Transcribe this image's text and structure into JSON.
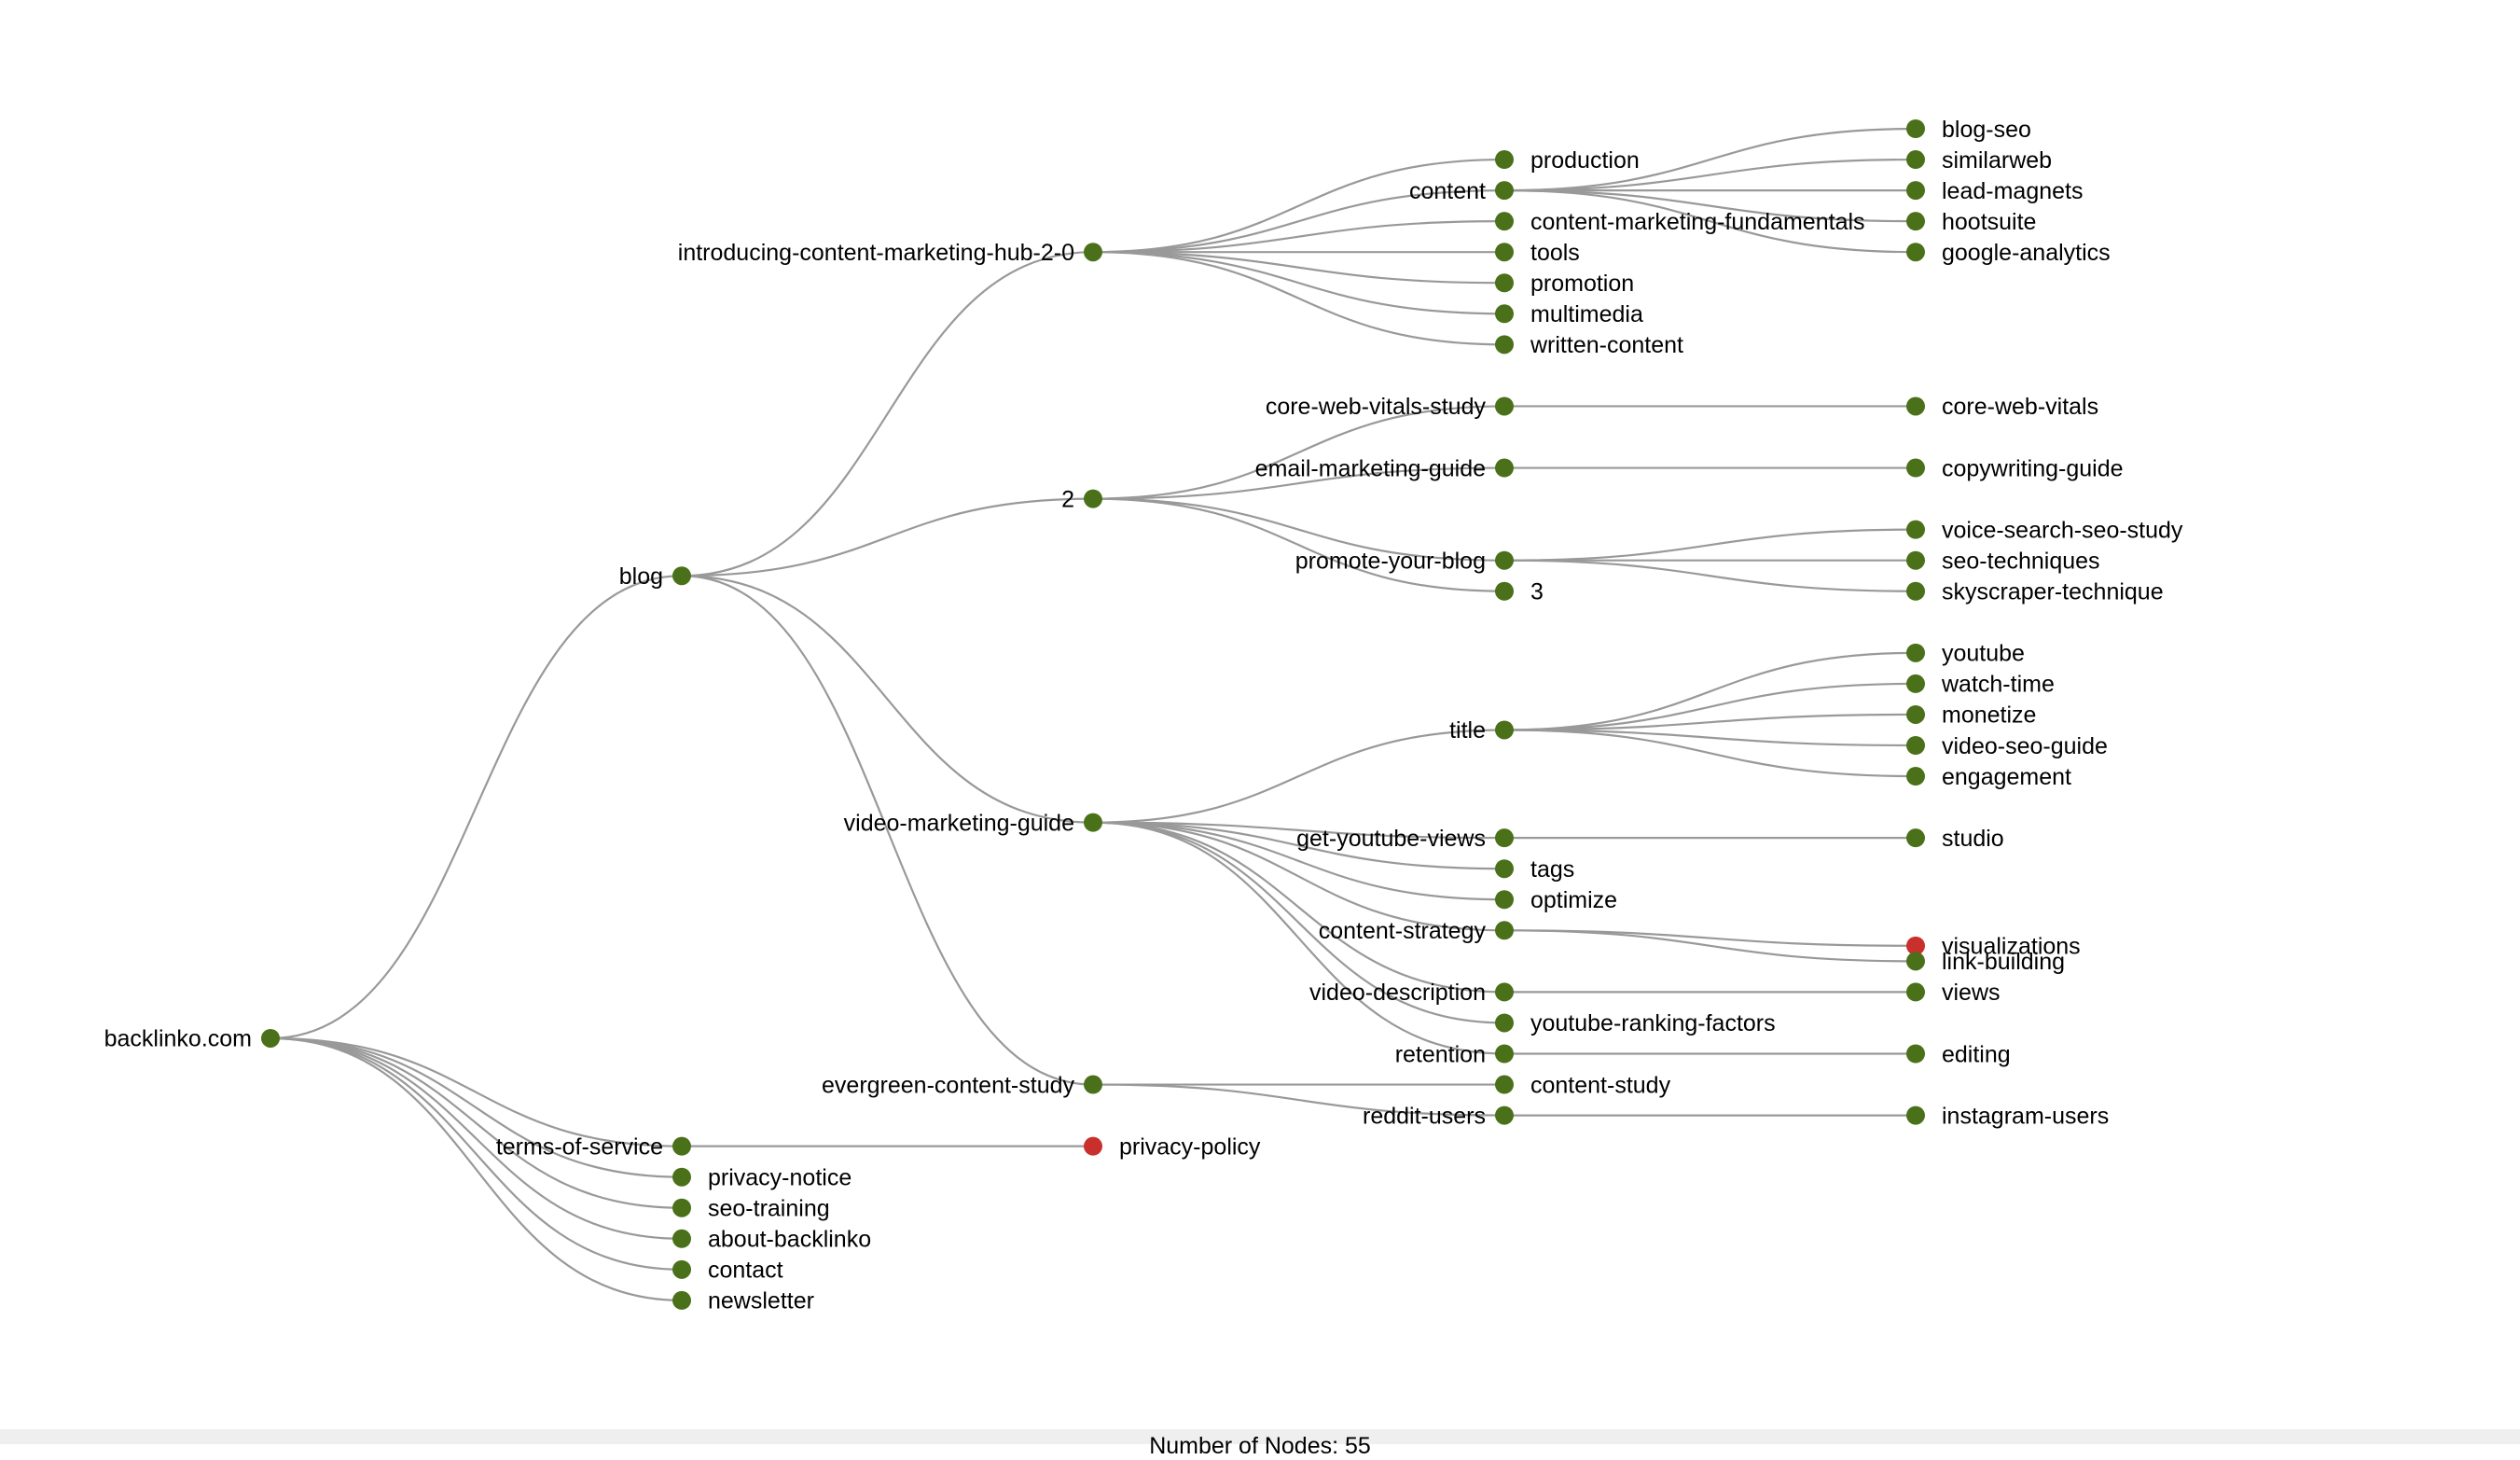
{
  "colors": {
    "node_ok": "#4a7119",
    "node_error": "#c9302c",
    "edge": "#999999"
  },
  "footer": {
    "node_count": "Number of Nodes: 55"
  },
  "tree": {
    "name": "backlinko.com",
    "children": [
      {
        "name": "blog",
        "children": [
          {
            "name": "introducing-content-marketing-hub-2-0",
            "children": [
              {
                "name": "production"
              },
              {
                "name": "content",
                "children": [
                  {
                    "name": "blog-seo"
                  },
                  {
                    "name": "similarweb"
                  },
                  {
                    "name": "lead-magnets"
                  },
                  {
                    "name": "hootsuite"
                  },
                  {
                    "name": "google-analytics"
                  }
                ]
              },
              {
                "name": "content-marketing-fundamentals"
              },
              {
                "name": "tools"
              },
              {
                "name": "promotion"
              },
              {
                "name": "multimedia"
              },
              {
                "name": "written-content"
              }
            ]
          },
          {
            "name": "2",
            "children": [
              {
                "name": "core-web-vitals-study",
                "children": [
                  {
                    "name": "core-web-vitals"
                  }
                ]
              },
              {
                "name": "email-marketing-guide",
                "children": [
                  {
                    "name": "copywriting-guide"
                  }
                ]
              },
              {
                "name": "promote-your-blog",
                "children": [
                  {
                    "name": "voice-search-seo-study"
                  },
                  {
                    "name": "seo-techniques"
                  },
                  {
                    "name": "skyscraper-technique"
                  }
                ]
              },
              {
                "name": "3"
              }
            ]
          },
          {
            "name": "video-marketing-guide",
            "children": [
              {
                "name": "title",
                "children": [
                  {
                    "name": "youtube"
                  },
                  {
                    "name": "watch-time"
                  },
                  {
                    "name": "monetize"
                  },
                  {
                    "name": "video-seo-guide"
                  },
                  {
                    "name": "engagement"
                  }
                ]
              },
              {
                "name": "get-youtube-views",
                "children": [
                  {
                    "name": "studio"
                  }
                ]
              },
              {
                "name": "tags"
              },
              {
                "name": "optimize"
              },
              {
                "name": "content-strategy",
                "children": [
                  {
                    "name": "visualizations",
                    "status": "error"
                  },
                  {
                    "name": "link-building"
                  }
                ]
              },
              {
                "name": "video-description",
                "children": [
                  {
                    "name": "views"
                  }
                ]
              },
              {
                "name": "youtube-ranking-factors"
              },
              {
                "name": "retention",
                "children": [
                  {
                    "name": "editing"
                  }
                ]
              }
            ]
          },
          {
            "name": "evergreen-content-study",
            "children": [
              {
                "name": "content-study"
              },
              {
                "name": "reddit-users",
                "children": [
                  {
                    "name": "instagram-users"
                  }
                ]
              }
            ]
          }
        ]
      },
      {
        "name": "terms-of-service",
        "children": [
          {
            "name": "privacy-policy",
            "status": "error"
          }
        ]
      },
      {
        "name": "privacy-notice"
      },
      {
        "name": "seo-training"
      },
      {
        "name": "about-backlinko"
      },
      {
        "name": "contact"
      },
      {
        "name": "newsletter"
      }
    ]
  }
}
